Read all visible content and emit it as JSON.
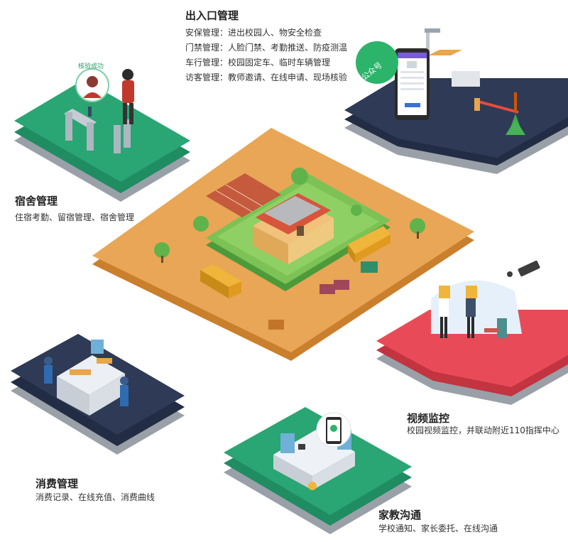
{
  "entrance": {
    "title": "出入口管理",
    "lines": [
      "安保管理：进出校园人、物安全检查",
      "门禁管理：人脸门禁、考勤推送、防疫测温",
      "车行管理：校园固定车、临时车辆管理",
      "访客管理：教师邀请、在线申请、现场核验"
    ],
    "wechat_badge": "公众号"
  },
  "dorm": {
    "title": "宿舍管理",
    "desc": "住宿考勤、留宿管理、宿舍管理",
    "bubble_text": "核验成功"
  },
  "consumption": {
    "title": "消费管理",
    "desc": "消费记录、在线充值、消费曲线"
  },
  "video": {
    "title": "视频监控",
    "desc": "校园视频监控，并联动附近110指挥中心"
  },
  "home_school": {
    "title": "家教沟通",
    "desc": "学校通知、家长委托、在线沟通"
  },
  "colors": {
    "green_tile": "#2aa574",
    "navy_tile": "#2f3a56",
    "red_tile": "#e84b57",
    "campus_ground": "#e8a656",
    "lawn": "#7cc255"
  }
}
